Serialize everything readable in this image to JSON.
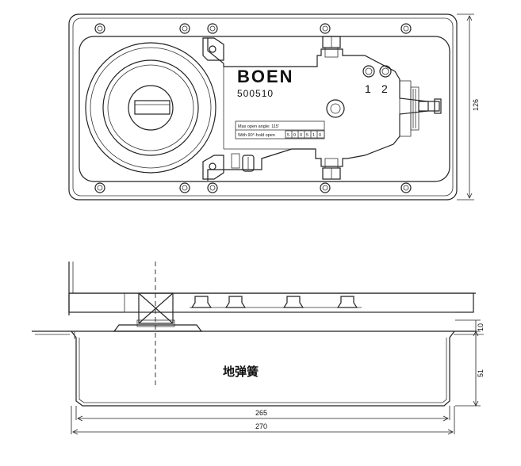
{
  "top_view": {
    "brand": "BOEN",
    "model": "500510",
    "plate_line1": "Max open angle: 115'",
    "plate_line2_label": "With 90°-hold open",
    "plate_digits": [
      "5",
      "0",
      "0",
      "5",
      "1",
      "0"
    ],
    "valve_labels": [
      "1",
      "2"
    ],
    "height_dim": "126"
  },
  "side_view": {
    "body_label": "地弹簧",
    "width_inner_dim": "265",
    "width_outer_dim": "270",
    "depth_dim": "51",
    "cover_dim": "10"
  }
}
